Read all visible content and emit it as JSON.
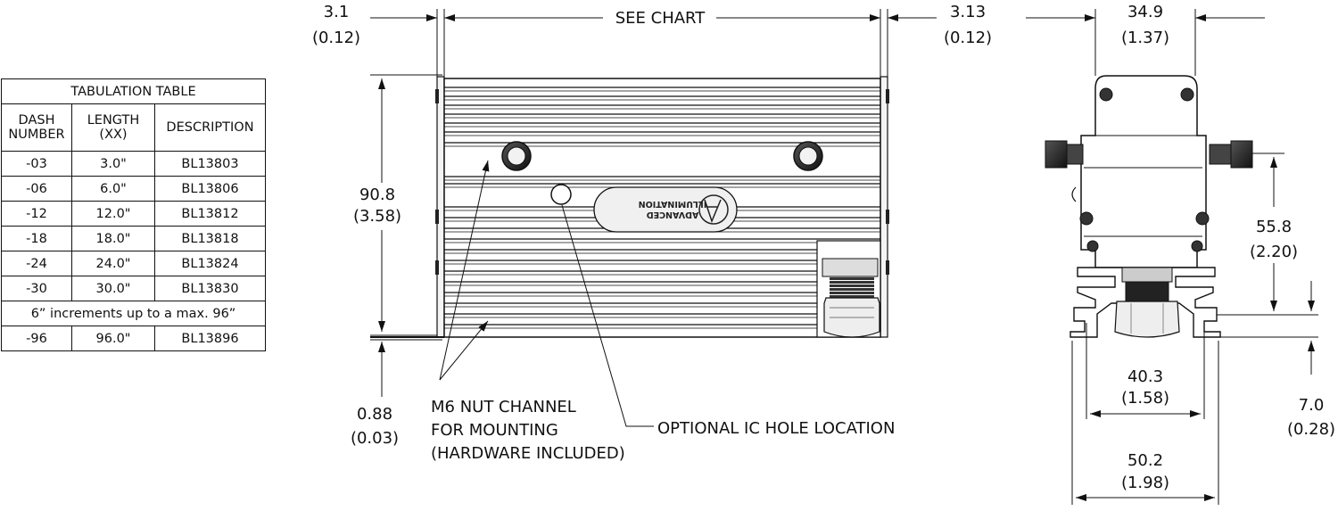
{
  "table": {
    "title": "TABULATION TABLE",
    "columns": [
      "DASH\nNUMBER",
      "LENGTH\n(XX)",
      "DESCRIPTION"
    ],
    "rows": [
      [
        "-03",
        "3.0\"",
        "BL13803"
      ],
      [
        "-06",
        "6.0\"",
        "BL13806"
      ],
      [
        "-12",
        "12.0\"",
        "BL13812"
      ],
      [
        "-18",
        "18.0\"",
        "BL13818"
      ],
      [
        "-24",
        "24.0\"",
        "BL13824"
      ],
      [
        "-30",
        "30.0\"",
        "BL13830"
      ]
    ],
    "note": "6” increments up to a max. 96”",
    "last_row": [
      "-96",
      "96.0\"",
      "BL13896"
    ]
  },
  "dimensions": {
    "left_offset": {
      "mm": "3.1",
      "in": "(0.12)"
    },
    "length": "SEE CHART",
    "right_offset": {
      "mm": "3.13",
      "in": "(0.12)"
    },
    "height": {
      "mm": "90.8",
      "in": "(3.58)"
    },
    "base_thickness": {
      "mm": "0.88",
      "in": "(0.03)"
    },
    "top_width": {
      "mm": "34.9",
      "in": "(1.37)"
    },
    "side_height": {
      "mm": "55.8",
      "in": "(2.20)"
    },
    "channel_width": {
      "mm": "40.3",
      "in": "(1.58)"
    },
    "rail_height": {
      "mm": "7.0",
      "in": "(0.28)"
    },
    "base_width": {
      "mm": "50.2",
      "in": "(1.98)"
    }
  },
  "labels": {
    "nut_channel_line1": "M6 NUT CHANNEL",
    "nut_channel_line2": "FOR MOUNTING",
    "nut_channel_line3": "(HARDWARE INCLUDED)",
    "ic_hole": "OPTIONAL IC HOLE LOCATION",
    "logo_line1": "ADVANCED",
    "logo_line2": "ILLUMINATION"
  }
}
